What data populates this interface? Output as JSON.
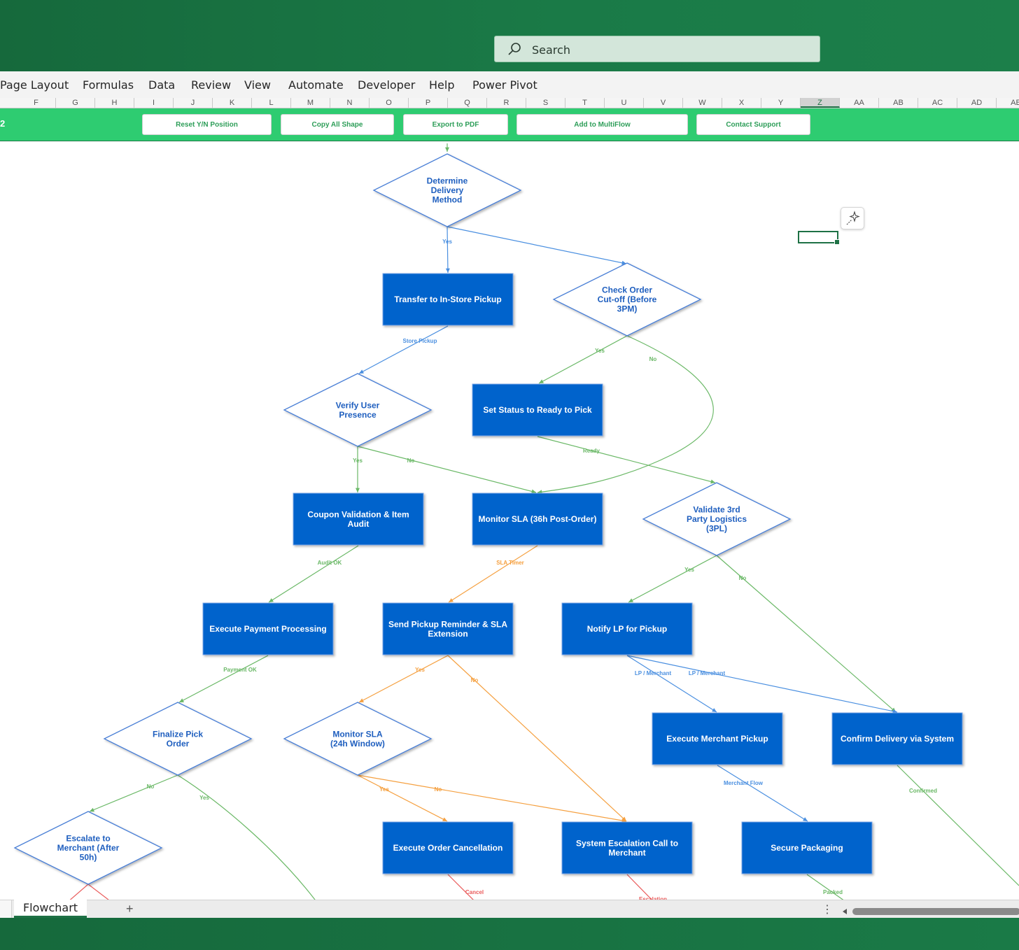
{
  "search": {
    "placeholder": "Search"
  },
  "ribbon": {
    "tabs": [
      "Page Layout",
      "Formulas",
      "Data",
      "Review",
      "View",
      "Automate",
      "Developer",
      "Help",
      "Power Pivot"
    ]
  },
  "columns": [
    "F",
    "G",
    "H",
    "I",
    "J",
    "K",
    "L",
    "M",
    "N",
    "O",
    "P",
    "Q",
    "R",
    "S",
    "T",
    "U",
    "V",
    "W",
    "X",
    "Y",
    "Z",
    "AA",
    "AB",
    "AC",
    "AD",
    "AE"
  ],
  "selected_column": "Z",
  "toolbar": {
    "row_number": "2",
    "buttons": [
      "Reset Y/N Position",
      "Copy All Shape",
      "Export to PDF",
      "Add to MultiFlow",
      "Contact Support"
    ]
  },
  "colors": {
    "process_fill": "#0563cc",
    "decision_stroke": "#4a7fd6",
    "decision_text": "#1f5fbf",
    "edge_blue": "#4a8fe0",
    "edge_green": "#6ab866",
    "edge_orange": "#f5a040",
    "edge_red": "#ea5b5b"
  },
  "flowchart": {
    "nodes": {
      "determine": "Determine Delivery Method",
      "instore": "Transfer to In-Store Pickup",
      "cutoff": "Check Order Cut-off (Before 3PM)",
      "verify": "Verify User Presence",
      "ready": "Set Status to Ready to Pick",
      "coupon": "Coupon Validation & Item Audit",
      "monitor36": "Monitor SLA (36h Post-Order)",
      "validate3pl": "Validate 3rd Party Logistics (3PL)",
      "payment": "Execute Payment Processing",
      "reminder": "Send Pickup Reminder & SLA Extension",
      "notifylp": "Notify LP for Pickup",
      "finalize": "Finalize Pick Order",
      "monitor24": "Monitor SLA (24h Window)",
      "merchantpickup": "Execute Merchant Pickup",
      "confirm": "Confirm Delivery via System",
      "escalate": "Escalate to Merchant (After 50h)",
      "cancel": "Execute Order Cancellation",
      "syscall": "System Escalation Call to Merchant",
      "packaging": "Secure Packaging"
    },
    "edge_labels": {
      "yes": "Yes",
      "no": "No",
      "store_pickup": "Store Pickup",
      "ready": "Ready",
      "audit_ok": "Audit OK",
      "sla_timer": "SLA Timer",
      "payment_ok": "Payment OK",
      "lp_merchant": "LP / Merchant",
      "merchant_flow": "Merchant Flow",
      "confirmed": "Confirmed",
      "cancel": "Cancel",
      "escalation": "Escalation",
      "packed": "Packed"
    }
  },
  "sheet_tabs": {
    "active": "Flowchart",
    "add": "+",
    "more": "⋮"
  }
}
